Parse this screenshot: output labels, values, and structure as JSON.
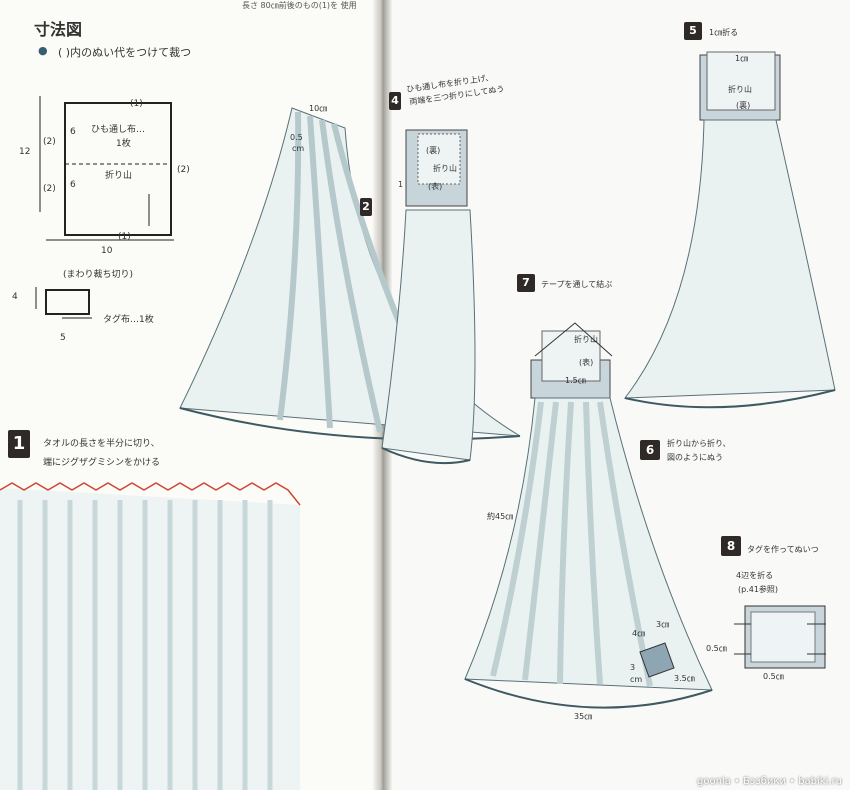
{
  "header": {
    "top_text": "長さ 80㎝前後のもの(1)を 使用"
  },
  "left": {
    "title": "寸法図",
    "note": "(  )内のぬい代をつけて裁つ",
    "cloth_label1": "ひも通し布…",
    "cloth_label2": "1枚",
    "fold_label": "折り山",
    "dim_top": "(1)",
    "dim_left_a": "(2)",
    "dim_left_b": "(2)",
    "dim_right": "(2)",
    "dim_bottom": "(1)",
    "dim_6a": "6",
    "dim_6b": "6",
    "dim_12": "12",
    "dim_10": "10",
    "tag_note": "(まわり裁ち切り)",
    "tag_label": "タグ布…1枚",
    "tag_h": "4",
    "tag_w": "5",
    "step1_num": "1",
    "step1_line1": "タオルの長さを半分に切り、",
    "step1_line2": "端にジグザグミシンをかける",
    "dim_10cm": "10㎝",
    "dim_05": "0.5",
    "dim_cm": "cm"
  },
  "right": {
    "step4_num": "4",
    "step4_text1": "ひも通し布を折り上げ、",
    "step4_text2": "両端を三つ折りにしてぬう",
    "ura": "(裏)",
    "fold": "折り山",
    "omote": "(表)",
    "dim_1": "1",
    "step5_num": "5",
    "step5_top": "1㎝折る",
    "step5_1cm": "1㎝",
    "step5_fold": "折り山",
    "step5_ura": "(裏)",
    "step7_num": "7",
    "step7_text": "テープを通して結ぶ",
    "step7_fold": "折り山",
    "step7_omote": "(表)",
    "step7_15": "1.5㎝",
    "step6_num": "6",
    "step6_text1": "折り山から折り、",
    "step6_text2": "図のようにぬう",
    "dim_45": "約45㎝",
    "step8_num": "8",
    "step8_text": "タグを作ってぬいつ",
    "step8_fold1": "4辺を折る",
    "step8_fold2": "(p.41参照)",
    "dim_4cm": "4㎝",
    "dim_3cm": "3㎝",
    "dim_3cm_b": "3",
    "dim_cm2": "cm",
    "dim_35": "3.5㎝",
    "dim_35w": "35㎝",
    "dim_05a": "0.5㎝",
    "dim_05b": "0.5㎝",
    "step2_num": "2"
  },
  "watermark": "goonla • Бэзбики • babiki.ru"
}
